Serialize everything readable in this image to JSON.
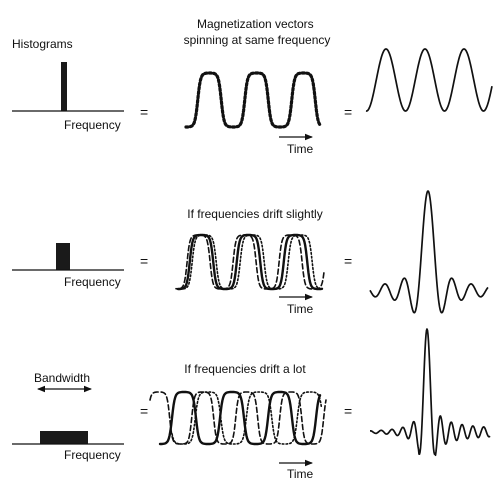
{
  "rows": [
    {
      "histogram_title": "Histograms",
      "bandwidth_label": "",
      "axis_label": "Frequency",
      "vectors_caption_lines": [
        "Magnetization vectors",
        "spinning at same frequency"
      ],
      "time_label": "Time",
      "equals_1": "=",
      "equals_2": "=",
      "spread": "none"
    },
    {
      "histogram_title": "",
      "bandwidth_label": "",
      "axis_label": "Frequency",
      "vectors_caption_lines": [
        "If frequencies drift slightly"
      ],
      "time_label": "Time",
      "equals_1": "=",
      "equals_2": "=",
      "spread": "slight"
    },
    {
      "histogram_title": "",
      "bandwidth_label": "Bandwidth",
      "axis_label": "Frequency",
      "vectors_caption_lines": [
        "If frequencies drift a lot"
      ],
      "time_label": "Time",
      "equals_1": "=",
      "equals_2": "=",
      "spread": "large"
    }
  ]
}
